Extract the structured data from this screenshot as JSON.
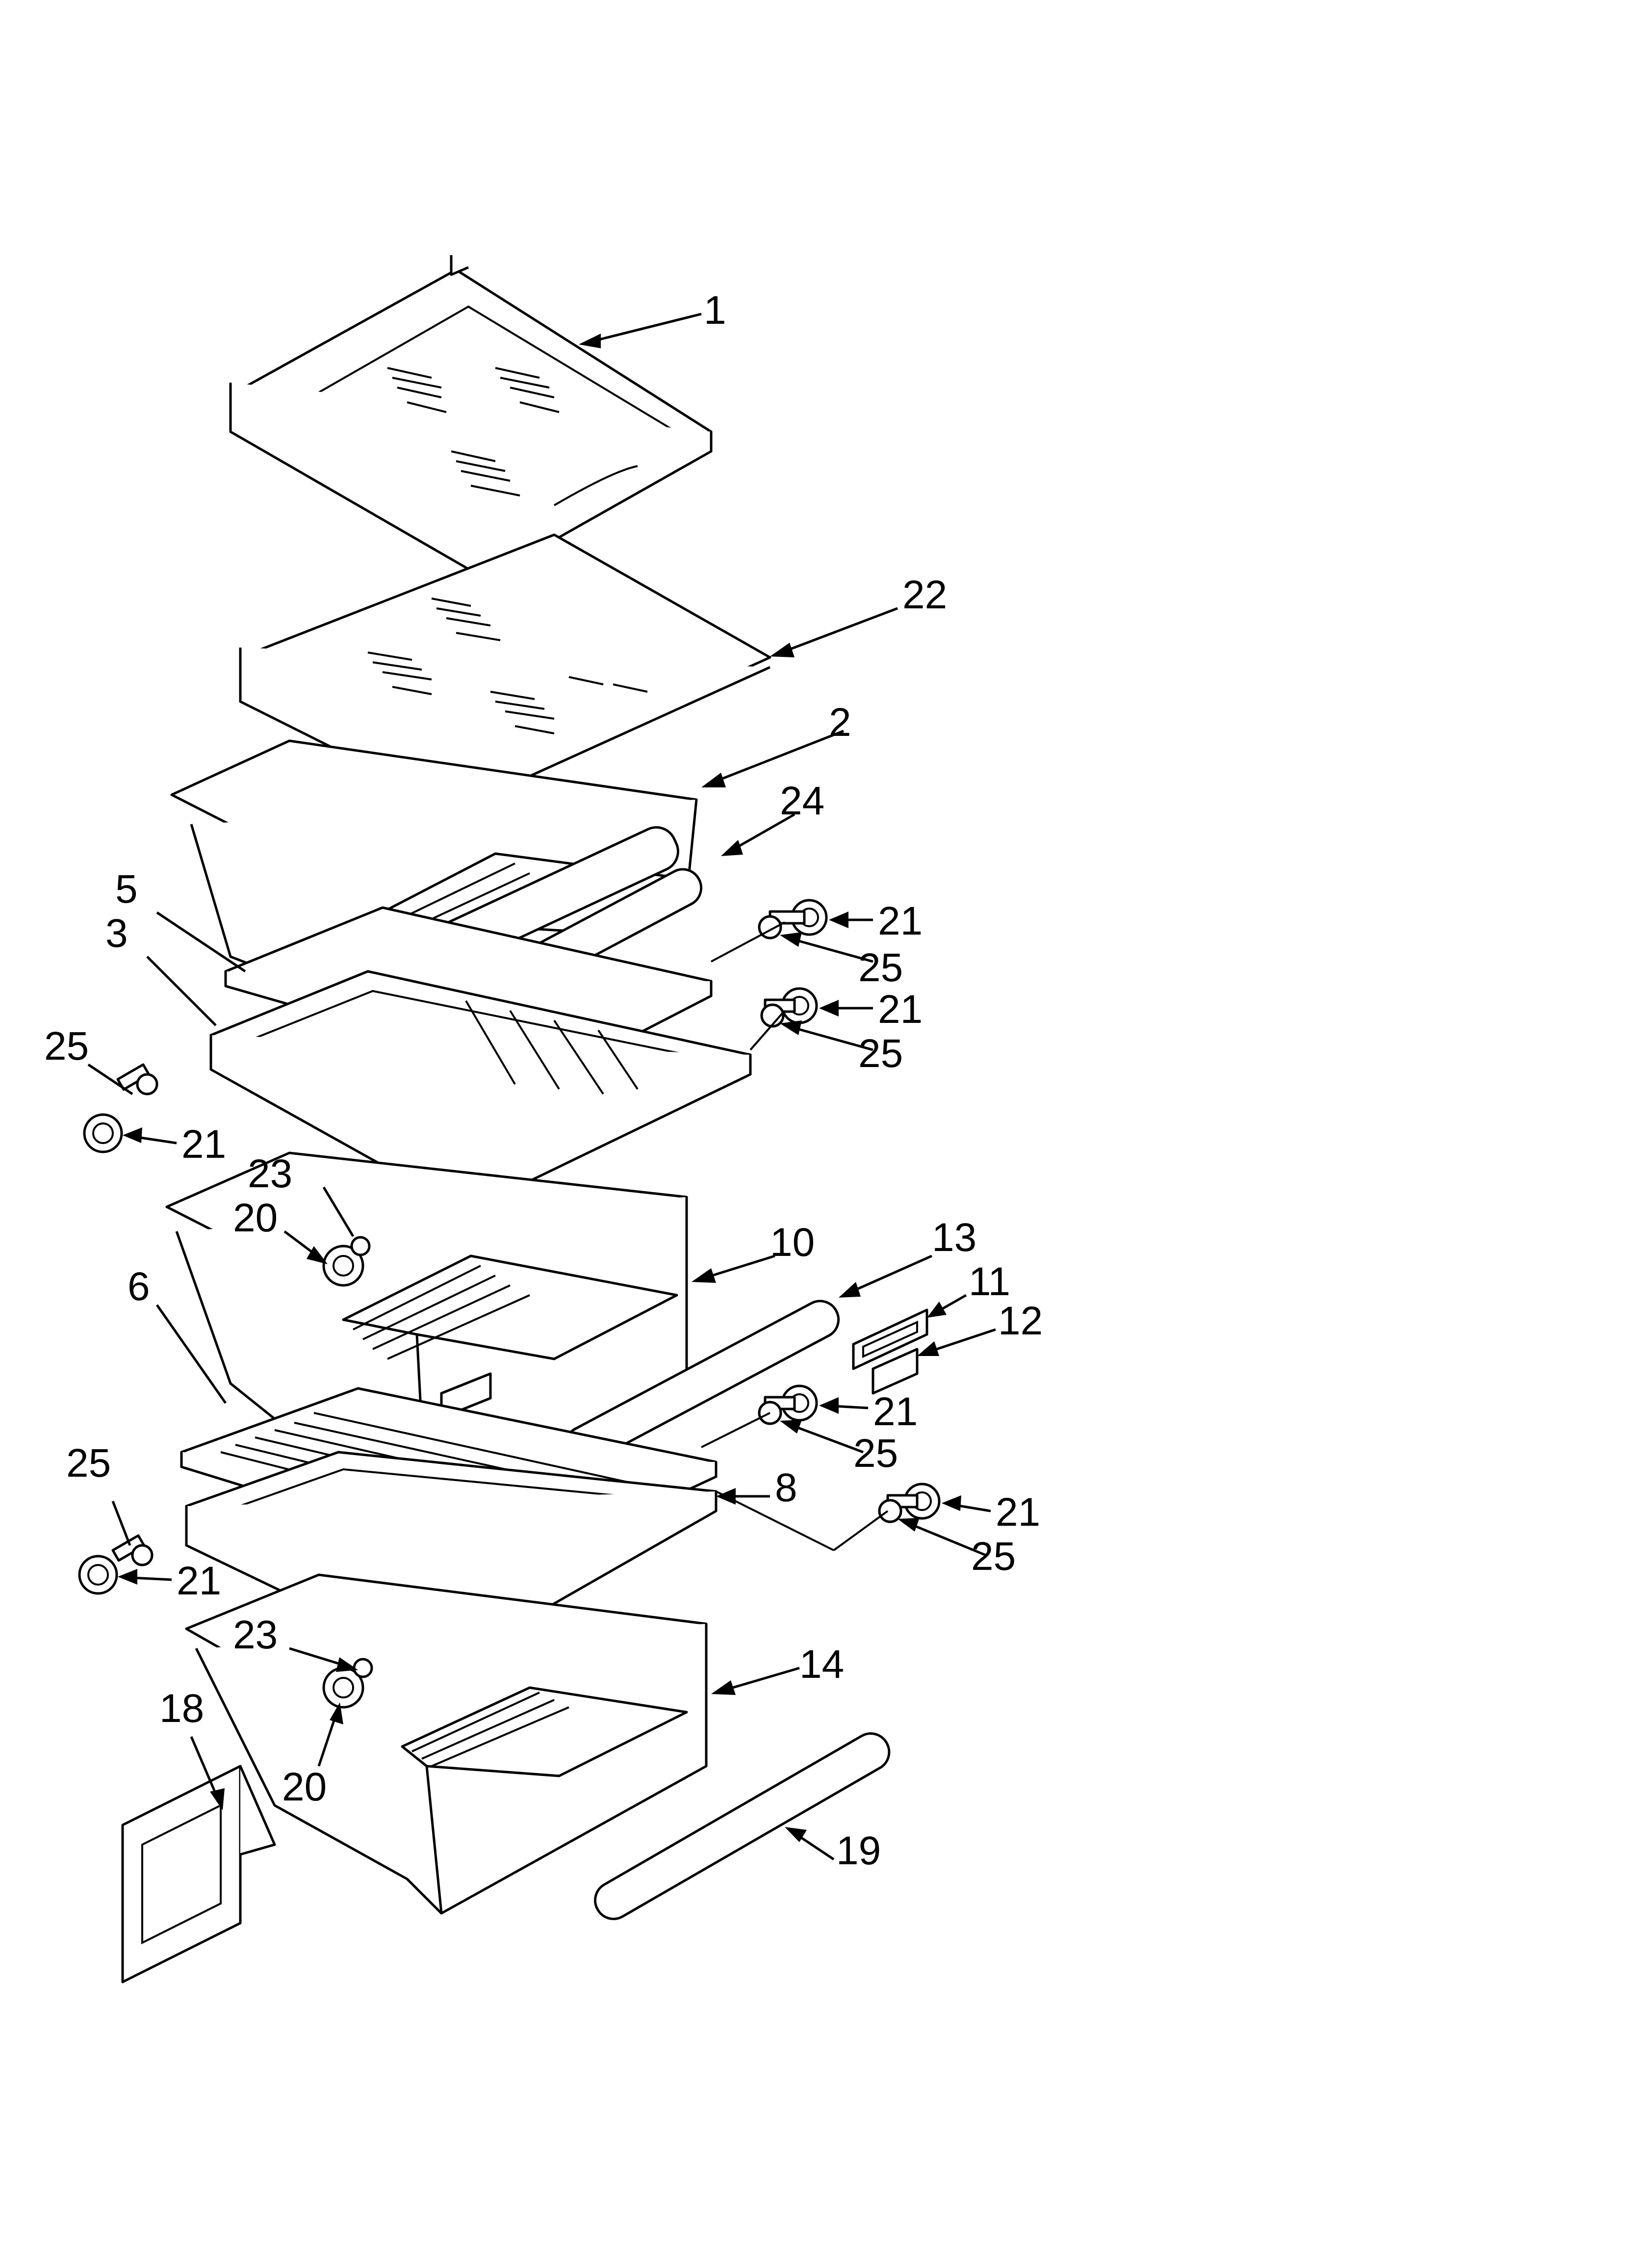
{
  "callouts": [
    {
      "id": "c1",
      "label": "1"
    },
    {
      "id": "c22",
      "label": "22"
    },
    {
      "id": "c2",
      "label": "2"
    },
    {
      "id": "c24",
      "label": "24"
    },
    {
      "id": "c21a",
      "label": "21"
    },
    {
      "id": "c25a",
      "label": "25"
    },
    {
      "id": "c5",
      "label": "5"
    },
    {
      "id": "c3",
      "label": "3"
    },
    {
      "id": "c21b",
      "label": "21"
    },
    {
      "id": "c25b",
      "label": "25"
    },
    {
      "id": "c25c",
      "label": "25"
    },
    {
      "id": "c21c",
      "label": "21"
    },
    {
      "id": "c23a",
      "label": "23"
    },
    {
      "id": "c20a",
      "label": "20"
    },
    {
      "id": "c10",
      "label": "10"
    },
    {
      "id": "c13",
      "label": "13"
    },
    {
      "id": "c11",
      "label": "11"
    },
    {
      "id": "c12",
      "label": "12"
    },
    {
      "id": "c6",
      "label": "6"
    },
    {
      "id": "c21d",
      "label": "21"
    },
    {
      "id": "c25d",
      "label": "25"
    },
    {
      "id": "c8",
      "label": "8"
    },
    {
      "id": "c21e",
      "label": "21"
    },
    {
      "id": "c25e",
      "label": "25"
    },
    {
      "id": "c25f",
      "label": "25"
    },
    {
      "id": "c21f",
      "label": "21"
    },
    {
      "id": "c23b",
      "label": "23"
    },
    {
      "id": "c14",
      "label": "14"
    },
    {
      "id": "c18",
      "label": "18"
    },
    {
      "id": "c20b",
      "label": "20"
    },
    {
      "id": "c19",
      "label": "19"
    }
  ]
}
